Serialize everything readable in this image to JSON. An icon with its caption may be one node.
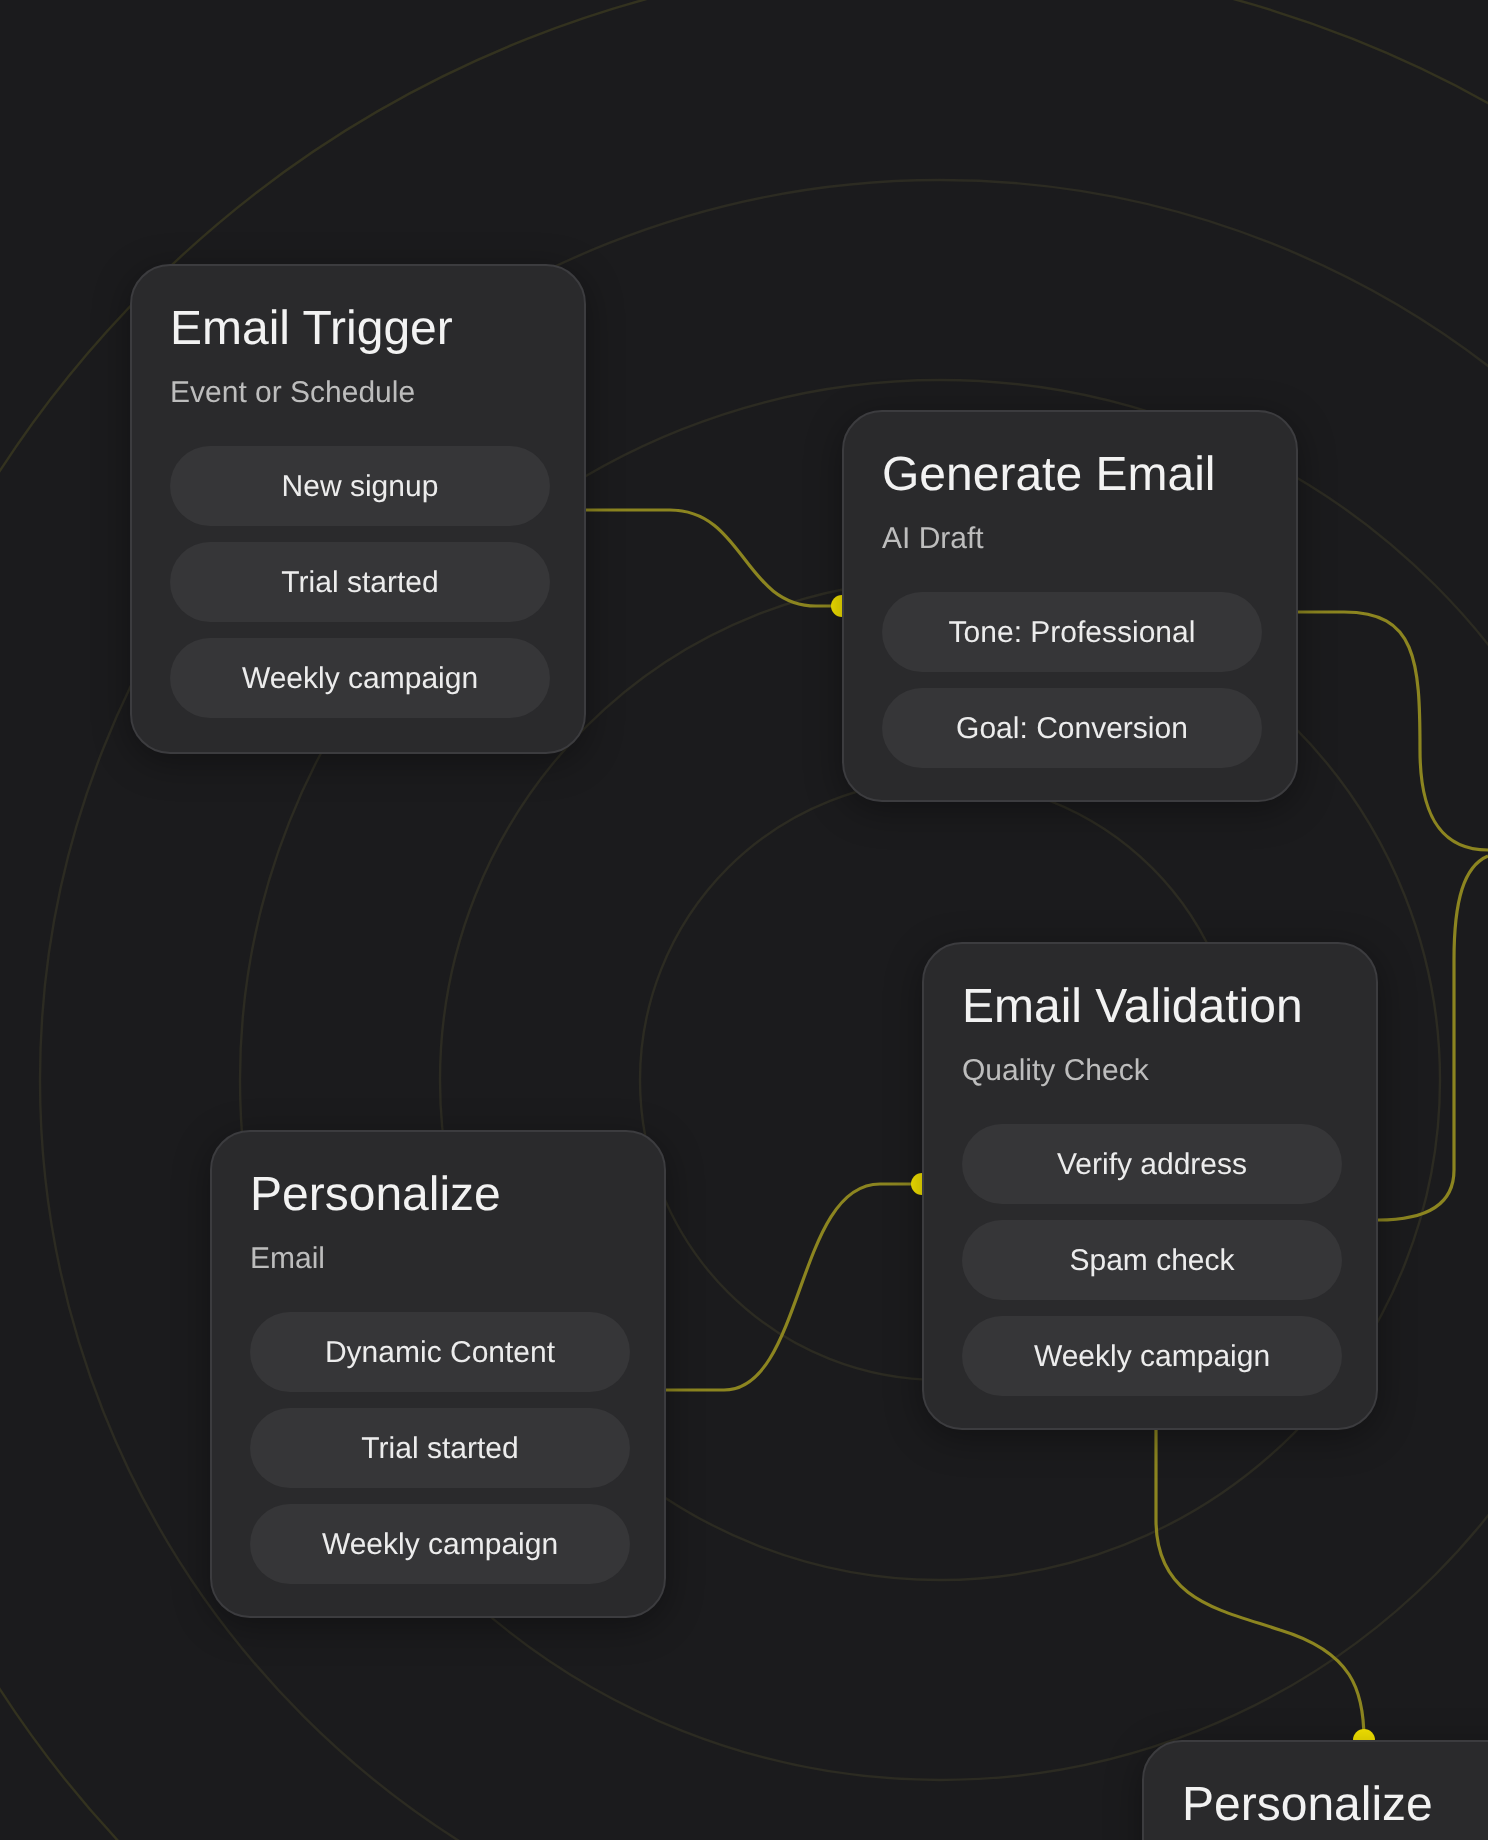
{
  "diagram": {
    "nodes": [
      {
        "text": [
          "Email Trigger",
          "Event or Schedule"
        ]
      },
      {
        "text": [
          "New signup"
        ],
        "in": 0
      },
      {
        "text": [
          "Trial started"
        ],
        "in": 0
      },
      {
        "text": [
          "Weekly campaign"
        ],
        "in": 0
      },
      {
        "text": [
          "Generate Email",
          "AI Draft"
        ]
      },
      {
        "text": [
          "Tone: Professional"
        ],
        "in": 4
      },
      {
        "text": [
          "Goal: Conversion"
        ],
        "in": 4
      },
      {
        "text": [
          "Email Validation",
          "Quality Check"
        ]
      },
      {
        "text": [
          "Verify address"
        ],
        "in": 7
      },
      {
        "text": [
          "Spam check"
        ],
        "in": 7
      },
      {
        "text": [
          "Weekly campaign"
        ],
        "in": 7
      },
      {
        "text": [
          "Personalize",
          "Email"
        ]
      },
      {
        "text": [
          "Dynamic Content"
        ],
        "in": 11
      },
      {
        "text": [
          "Trial started"
        ],
        "in": 11
      },
      {
        "text": [
          "Weekly campaign"
        ],
        "in": 11
      },
      {
        "text": [
          "Personalize"
        ]
      }
    ],
    "edges": [
      {
        "from": 0,
        "to": 4,
        "arrow": "other"
      },
      {
        "from": 4,
        "to": null,
        "arrow": "none"
      },
      {
        "from": null,
        "to": 7,
        "arrow": "none"
      },
      {
        "from": 11,
        "to": 7,
        "arrow": "other"
      },
      {
        "from": 7,
        "to": 15,
        "arrow": "other"
      }
    ]
  }
}
